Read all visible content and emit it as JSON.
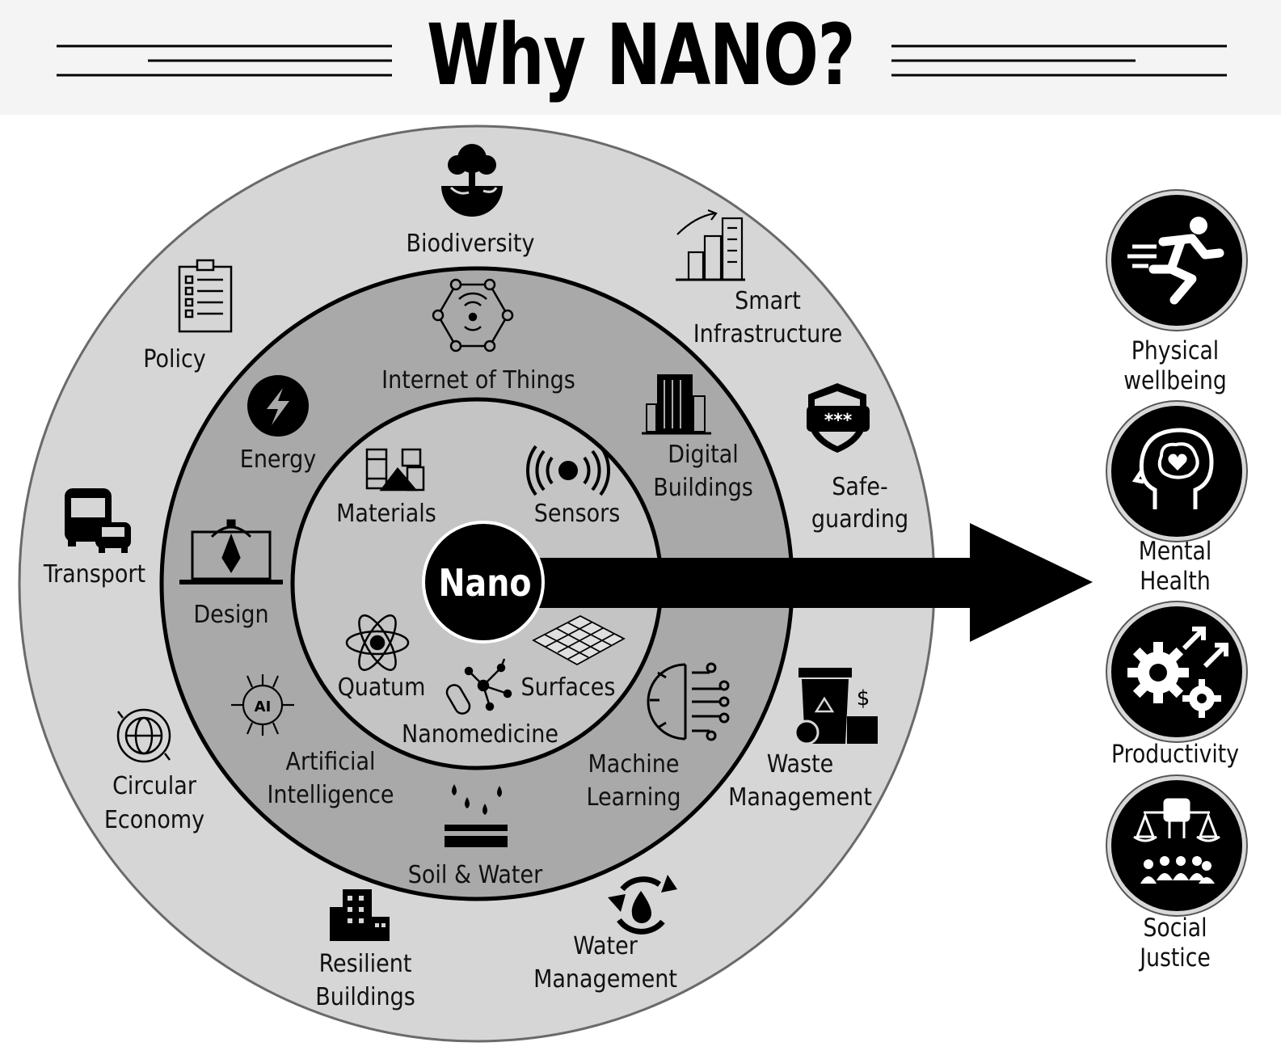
{
  "title": "Why NANO?",
  "center": "Nano",
  "core": {
    "materials": "Materials",
    "sensors": "Sensors",
    "quatum": "Quatum",
    "surfaces": "Surfaces",
    "nanomedicine": "Nanomedicine"
  },
  "middle": {
    "iot": "Internet of Things",
    "energy": "Energy",
    "design": "Design",
    "ai": [
      "Artificial",
      "Intelligence"
    ],
    "soil_water": "Soil & Water",
    "ml": [
      "Machine",
      "Learning"
    ],
    "digital_buildings": [
      "Digital",
      "Buildings"
    ]
  },
  "outer": {
    "biodiversity": "Biodiversity",
    "smart_infrastructure": [
      "Smart",
      "Infrastructure"
    ],
    "safeguarding": [
      "Safe-",
      "guarding"
    ],
    "waste_management": [
      "Waste",
      "Management"
    ],
    "water_management": [
      "Water",
      "Management"
    ],
    "resilient_buildings": [
      "Resilient",
      "Buildings"
    ],
    "circular_economy": [
      "Circular",
      "Economy"
    ],
    "transport": "Transport",
    "policy": "Policy"
  },
  "outcomes": {
    "physical": [
      "Physical",
      "wellbeing"
    ],
    "mental": [
      "Mental",
      "Health"
    ],
    "productivity": [
      "Productivity"
    ],
    "social": [
      "Social",
      "Justice"
    ]
  },
  "icons": {
    "outer": [
      "tree-globe-icon",
      "city-growth-icon",
      "shield-password-icon",
      "recycle-bin-icon",
      "water-cycle-icon",
      "office-building-icon",
      "globe-cycle-icon",
      "bus-car-icon",
      "checklist-icon"
    ],
    "middle": [
      "iot-network-icon",
      "lightning-icon",
      "pen-tool-icon",
      "ai-chip-icon",
      "soil-drops-icon",
      "gear-circuit-icon",
      "skyscraper-icon"
    ],
    "core": [
      "materials-icon",
      "signal-icon",
      "atom-icon",
      "molecule-icon",
      "surface-mesh-icon"
    ],
    "outcomes": [
      "running-person-icon",
      "brain-heart-icon",
      "gears-arrows-icon",
      "justice-fist-icon"
    ]
  },
  "colors": {
    "outer_ring": "#d6d6d6",
    "middle_ring": "#a9a9a9",
    "core": "#c4c4c4",
    "center": "#000000",
    "header_bg": "#f4f4f4"
  }
}
